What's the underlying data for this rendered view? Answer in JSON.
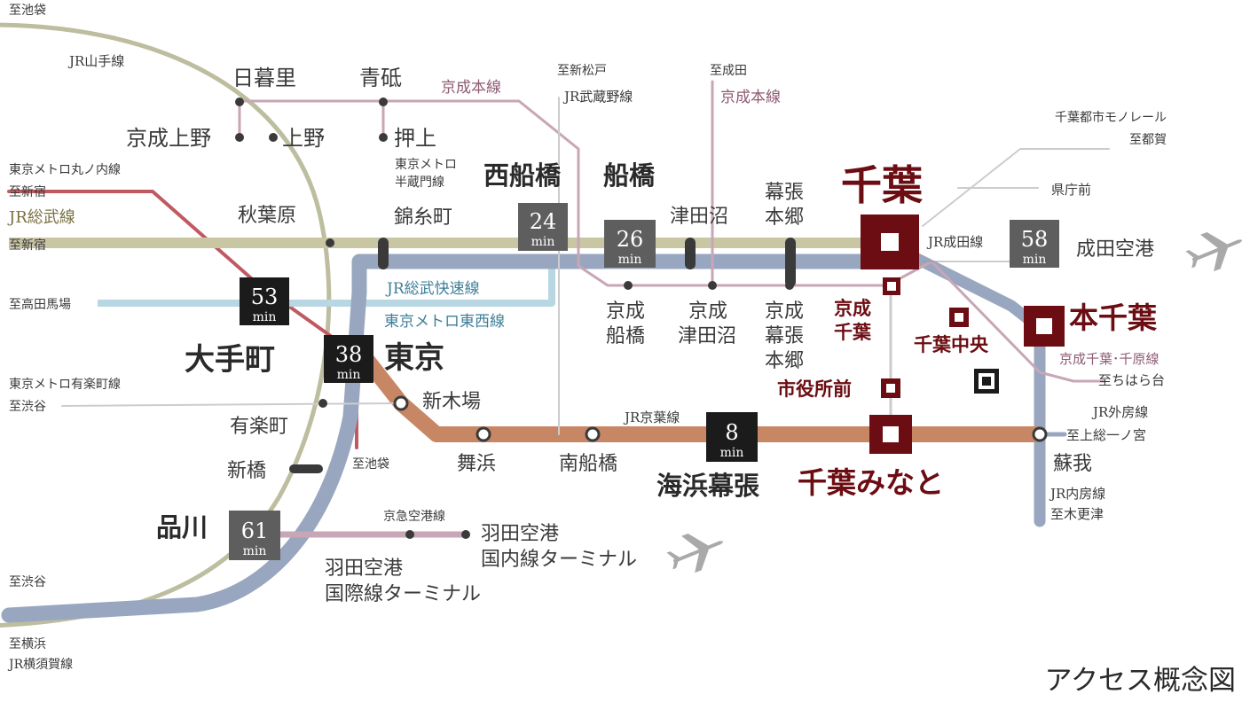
{
  "title": "アクセス概念図",
  "colors": {
    "yamanote": "#bdbd9f",
    "sobu": "#c9c6a4",
    "sobu_rapid": "#98a7bf",
    "tozai": "#b8d7e3",
    "keiyo": "#c78765",
    "marunouchi": "#c05a62",
    "keisei": "#c8a6b6",
    "chiba_red": "#6b0d12",
    "box_gray": "#5e5e5e",
    "box_black": "#1b1b1b",
    "gold_text": "#7a7241",
    "teal_text": "#3e7f99",
    "mauve_text": "#8e5a72",
    "dark_text": "#3a3a3a"
  },
  "labels": {
    "to_ikebukuro_top": "至池袋",
    "jr_yamanote": "JR山手線",
    "nippori": "日暮里",
    "aoto": "青砥",
    "keisei_honsen_1": "京成本線",
    "to_shinmatsudo": "至新松戸",
    "jr_musashino": "JR武蔵野線",
    "to_narita": "至成田",
    "keisei_honsen_2": "京成本線",
    "monorail": "千葉都市モノレール",
    "to_tsuga": "至都賀",
    "keisei_ueno": "京成上野",
    "ueno": "上野",
    "oshiage": "押上",
    "hanzomon_1": "東京メトロ",
    "hanzomon_2": "半蔵門線",
    "nishifunabashi": "西船橋",
    "funabashi": "船橋",
    "chiba": "千葉",
    "kenchomae": "県庁前",
    "marunouchi_1": "東京メトロ丸ノ内線",
    "to_shinjuku_1": "至新宿",
    "jr_sobu": "JR総武線",
    "to_shinjuku_2": "至新宿",
    "akihabara": "秋葉原",
    "kinshicho": "錦糸町",
    "tsudanuma": "津田沼",
    "makuhari_hongo_1": "幕張",
    "makuhari_hongo_2": "本郷",
    "jr_narita": "JR成田線",
    "narita_airport": "成田空港",
    "to_takadanobaba": "至高田馬場",
    "jr_sobu_rapid": "JR総武快速線",
    "tozai_line": "東京メトロ東西線",
    "keisei_funabashi_1": "京成",
    "keisei_funabashi_2": "船橋",
    "keisei_tsudanuma_1": "京成",
    "keisei_tsudanuma_2": "津田沼",
    "keisei_makuhari_1": "京成",
    "keisei_makuhari_2": "幕張",
    "keisei_makuhari_3": "本郷",
    "keisei_chiba_1": "京成",
    "keisei_chiba_2": "千葉",
    "chiba_chuo": "千葉中央",
    "honchiba": "本千葉",
    "keisei_chiba_line": "京成千葉･千原線",
    "to_chiharadai": "至ちはら台",
    "otemachi": "大手町",
    "tokyo": "東京",
    "shiyakushomae": "市役所前",
    "yurakucho_line": "東京メトロ有楽町線",
    "to_shibuya_1": "至渋谷",
    "shinkiba": "新木場",
    "yurakucho": "有楽町",
    "jr_keiyo": "JR京葉線",
    "jr_sotobo": "JR外房線",
    "to_kazusaichinomiya": "至上総一ノ宮",
    "shinbashi": "新橋",
    "to_ikebukuro_2": "至池袋",
    "maihama": "舞浜",
    "minamifunabashi": "南船橋",
    "soga": "蘇我",
    "kaihinmakuhari": "海浜幕張",
    "chiba_minato": "千葉みなと",
    "jr_uchibo": "JR内房線",
    "to_kisarazu": "至木更津",
    "keikyu": "京急空港線",
    "haneda_dom_1": "羽田空港",
    "haneda_dom_2": "国内線ターミナル",
    "shinagawa": "品川",
    "haneda_int_1": "羽田空港",
    "haneda_int_2": "国際線ターミナル",
    "to_shibuya_2": "至渋谷",
    "to_yokohama": "至横浜",
    "jr_yokosuka": "JR横須賀線"
  },
  "time_boxes": [
    {
      "id": "nishifunabashi",
      "value": "24",
      "unit": "min"
    },
    {
      "id": "funabashi",
      "value": "26",
      "unit": "min"
    },
    {
      "id": "narita",
      "value": "58",
      "unit": "min"
    },
    {
      "id": "otemachi",
      "value": "53",
      "unit": "min"
    },
    {
      "id": "tokyo",
      "value": "38",
      "unit": "min"
    },
    {
      "id": "kaihinmakuhari",
      "value": "8",
      "unit": "min"
    },
    {
      "id": "shinagawa",
      "value": "61",
      "unit": "min"
    }
  ],
  "icons": {
    "airplane": "airplane-icon",
    "station_square": "station-square-icon",
    "station_dot": "station-dot-icon"
  }
}
